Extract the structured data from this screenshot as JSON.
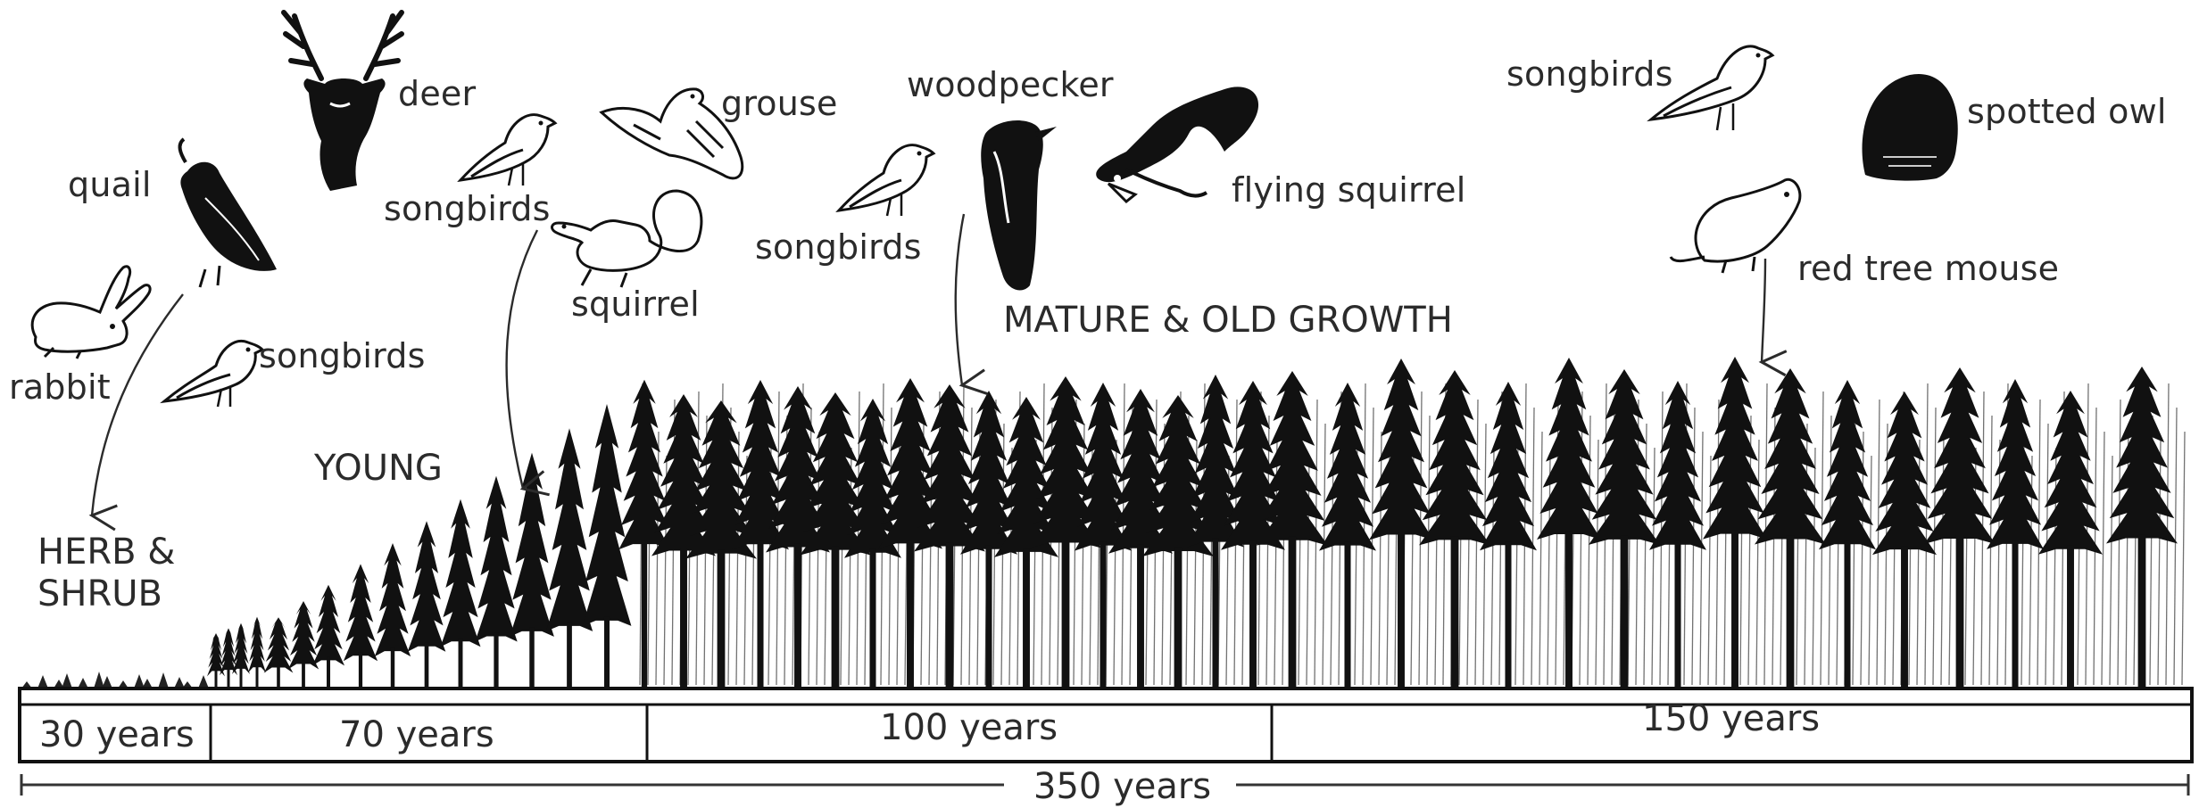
{
  "stages": {
    "herb_shrub_line1": "HERB &",
    "herb_shrub_line2": "SHRUB",
    "young": "YOUNG",
    "mature": "MATURE & OLD GROWTH"
  },
  "animals": {
    "rabbit": "rabbit",
    "quail": "quail",
    "songbirds_herb": "songbirds",
    "deer": "deer",
    "songbirds_young": "songbirds",
    "grouse": "grouse",
    "squirrel": "squirrel",
    "woodpecker": "woodpecker",
    "songbirds_mature": "songbirds",
    "flying_squirrel": "flying squirrel",
    "songbirds_old": "songbirds",
    "spotted_owl": "spotted owl",
    "red_tree_mouse": "red tree mouse"
  },
  "timeline": {
    "segments": [
      "30 years",
      "70 years",
      "100 years",
      "150 years"
    ],
    "total": "350 years"
  },
  "colors": {
    "ink": "#111111",
    "text": "#2b2b2b",
    "background": "#ffffff"
  },
  "icons": [
    "rabbit-icon",
    "quail-icon",
    "songbird-icon",
    "deer-icon",
    "grouse-icon",
    "squirrel-icon",
    "woodpecker-icon",
    "flying-squirrel-icon",
    "spotted-owl-icon",
    "red-tree-mouse-icon"
  ]
}
